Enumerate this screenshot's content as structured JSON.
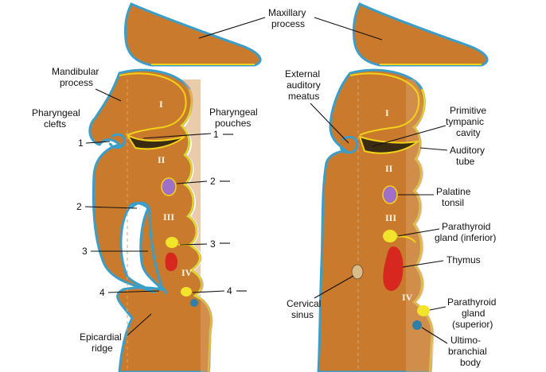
{
  "colors": {
    "tissue": "#c97a2c",
    "tissue_light": "#d9a068",
    "ectoderm_line": "#3a9ec9",
    "endoderm_line": "#f2d21a",
    "tonsil": "#a070c8",
    "parathyroid": "#f2e42a",
    "thymus": "#d6281e",
    "ultimobranchial": "#2f7fa6",
    "cervical_sinus": "#d8bc8c"
  },
  "left_panel": {
    "arches": [
      "I",
      "II",
      "III",
      "IV"
    ],
    "labels": {
      "mandibular": [
        "Mandibular",
        "process"
      ],
      "clefts": [
        "Pharyngeal",
        "clefts"
      ],
      "pouches": [
        "Pharyngeal",
        "pouches"
      ],
      "epicardial": [
        "Epicardial",
        "ridge"
      ]
    },
    "cleft_numbers": [
      "1",
      "2",
      "3",
      "4"
    ],
    "pouch_numbers": [
      "1",
      "2",
      "3",
      "4"
    ]
  },
  "right_panel": {
    "arches": [
      "I",
      "II",
      "III",
      "IV"
    ],
    "labels": {
      "maxillary": [
        "Maxillary",
        "process"
      ],
      "ext_meatus": [
        "External",
        "auditory",
        "meatus"
      ],
      "tympanic": [
        "Primitive",
        "tympanic",
        "cavity"
      ],
      "auditory_tube": [
        "Auditory",
        "tube"
      ],
      "palatine": [
        "Palatine",
        "tonsil"
      ],
      "parathyroid_inf": [
        "Parathyroid",
        "gland (inferior)"
      ],
      "thymus": [
        "Thymus"
      ],
      "cervical_sinus": [
        "Cervical",
        "sinus"
      ],
      "parathyroid_sup": [
        "Parathyroid",
        "gland",
        "(superior)"
      ],
      "ultimobranchial": [
        "Ultimo-",
        "branchial",
        "body"
      ]
    }
  }
}
